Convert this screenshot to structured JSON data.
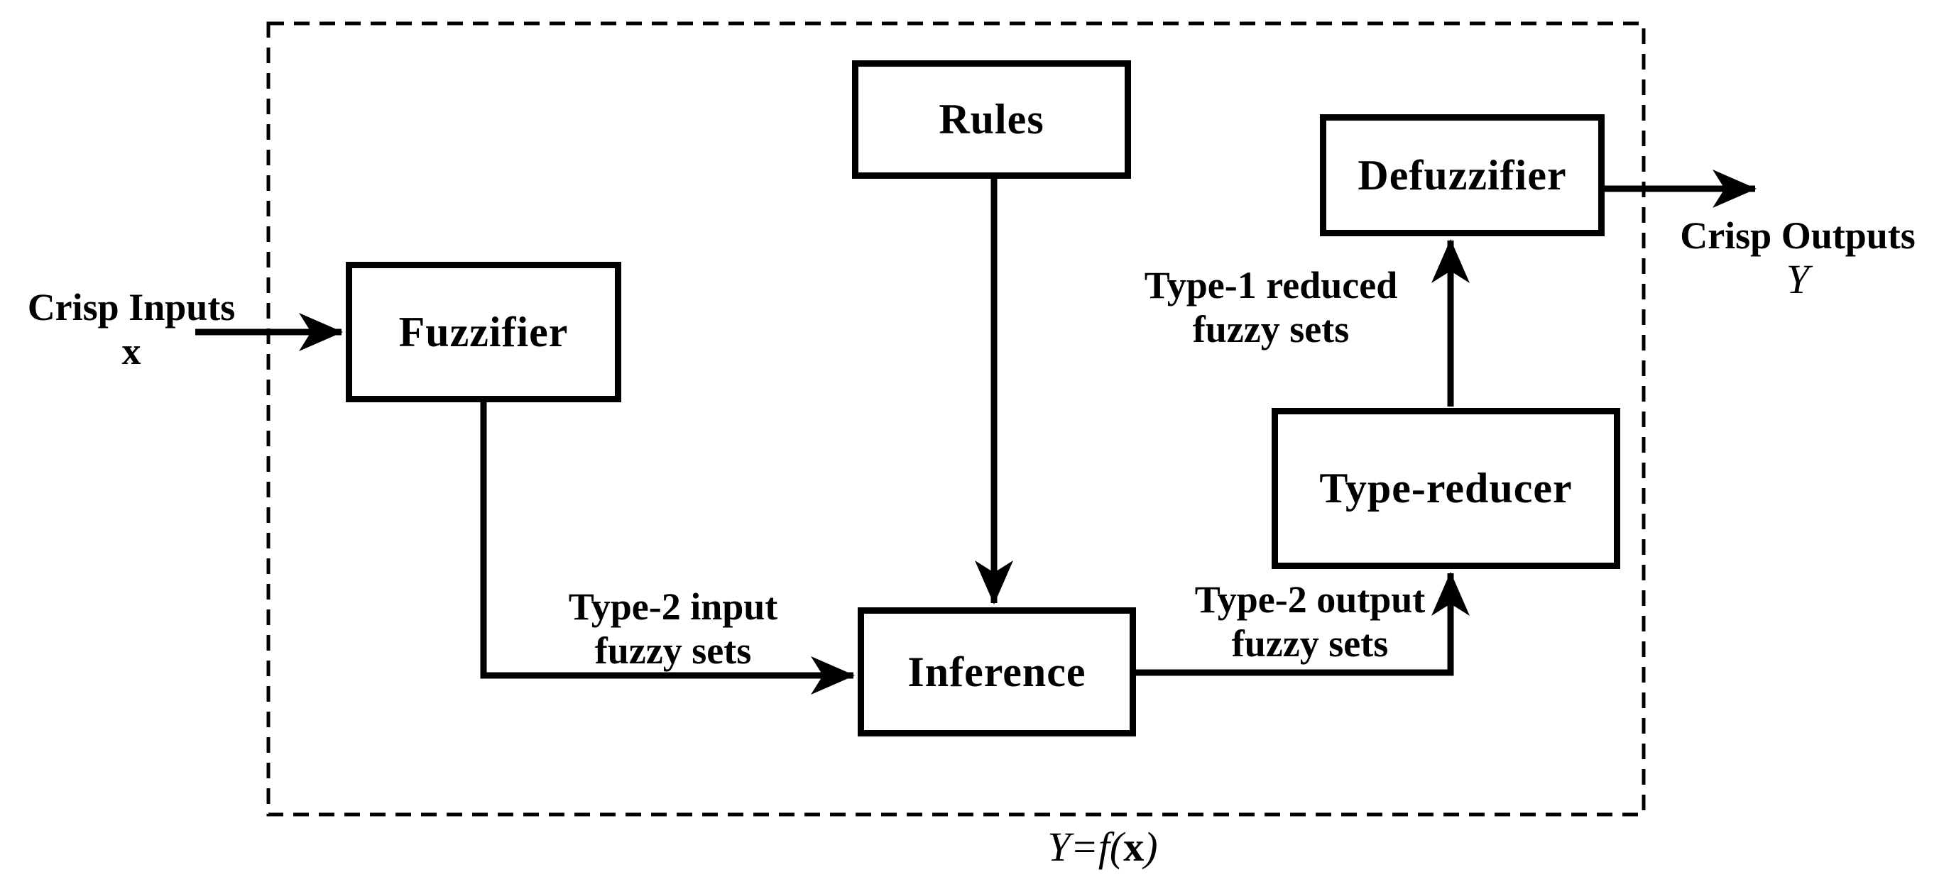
{
  "diagram": {
    "nodes": {
      "fuzzifier": {
        "label": "Fuzzifier"
      },
      "rules": {
        "label": "Rules"
      },
      "inference": {
        "label": "Inference"
      },
      "type_reducer": {
        "label": "Type-reducer"
      },
      "defuzzifier": {
        "label": "Defuzzifier"
      }
    },
    "edge_labels": {
      "crisp_inputs": {
        "line1": "Crisp Inputs",
        "line2": "x"
      },
      "type2_input": {
        "line1": "Type-2 input",
        "line2": "fuzzy sets"
      },
      "type2_output": {
        "line1": "Type-2 output",
        "line2": "fuzzy sets"
      },
      "type1_reduced": {
        "line1": "Type-1 reduced",
        "line2": "fuzzy sets"
      },
      "crisp_outputs": {
        "line1": "Crisp Outputs",
        "line2": "Y"
      }
    },
    "equation": {
      "prefix": "Y=f(",
      "arg": "x",
      "suffix": ")"
    },
    "colors": {
      "ink": "#000000",
      "background": "#ffffff"
    }
  }
}
